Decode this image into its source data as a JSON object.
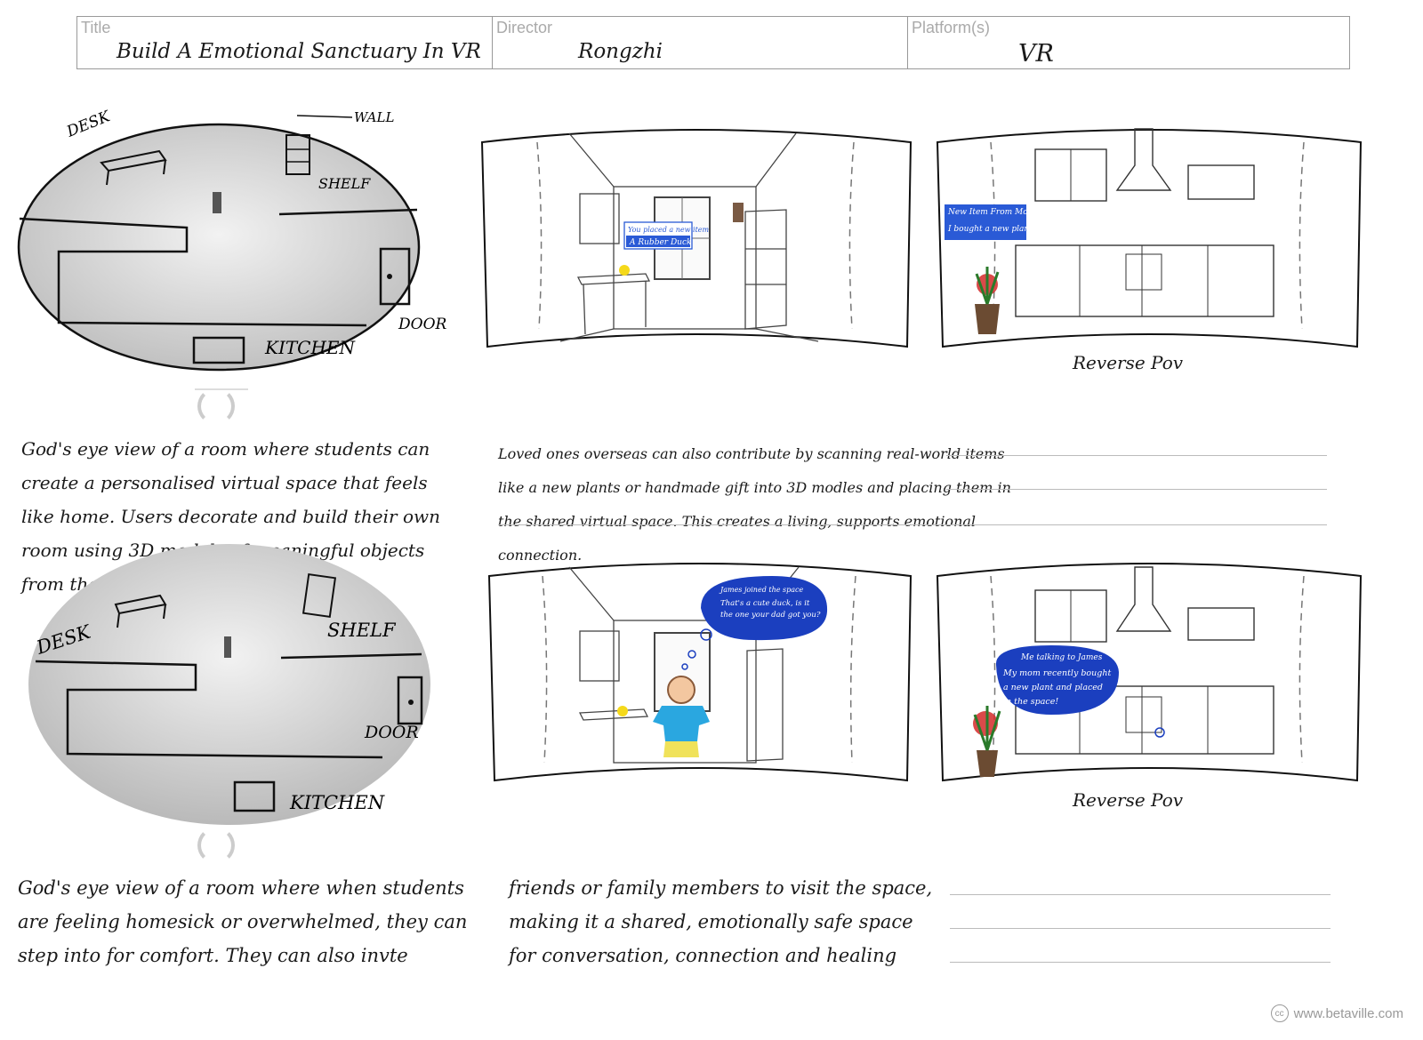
{
  "header": {
    "title_label": "Title",
    "title_value": "Build A Emotional Sanctuary In VR",
    "director_label": "Director",
    "director_value": "Rongzhi",
    "platform_label": "Platform(s)",
    "platform_value": "VR"
  },
  "row1": {
    "map": {
      "desk": "DESK",
      "wall": "WALL",
      "shelf": "SHELF",
      "door": "DOOR",
      "kitchen": "KITCHEN"
    },
    "panel2_bubble": [
      "You placed a new item",
      "A Rubber Duck"
    ],
    "panel3_bubble": [
      "New Item From Mom",
      "I bought a new plant"
    ],
    "panel3_label": "Reverse Pov",
    "caption_left": "God's eye view of a room where students can create a personalised virtual space that feels like home. Users decorate and build their own room using 3D models of meaningful objects from their real lives.",
    "caption_right": "Loved ones overseas can also contribute by scanning real-world items like a new plants or handmade gift into 3D modles and placing them in the shared virtual space. This creates a living, supports emotional connection."
  },
  "row2": {
    "map": {
      "desk": "DESK",
      "shelf": "SHELF",
      "door": "DOOR",
      "kitchen": "KITCHEN"
    },
    "panel2_bubble": [
      "James joined the space",
      "That's a cute duck, is it",
      "the one your dad got you?"
    ],
    "panel3_bubble": [
      "Me talking to James",
      "My mom recently bought",
      "a new plant and placed",
      "in the space!"
    ],
    "panel3_label": "Reverse Pov",
    "caption_left": "God's eye view of a room where when students are feeling homesick or overwhelmed, they can step into for comfort. They can also invte",
    "caption_right": "friends or family members to visit the space, making it a shared, emotionally safe space for conversation, connection and healing"
  },
  "footer": {
    "cc": "cc",
    "url": "www.betaville.com"
  },
  "colors": {
    "bubble": "#1b3fbf",
    "label_box": "#2a5ad6",
    "shirt": "#2aa7e0",
    "shorts": "#f0e25a",
    "duck": "#f5d91a",
    "plant": "#d42a2a"
  }
}
